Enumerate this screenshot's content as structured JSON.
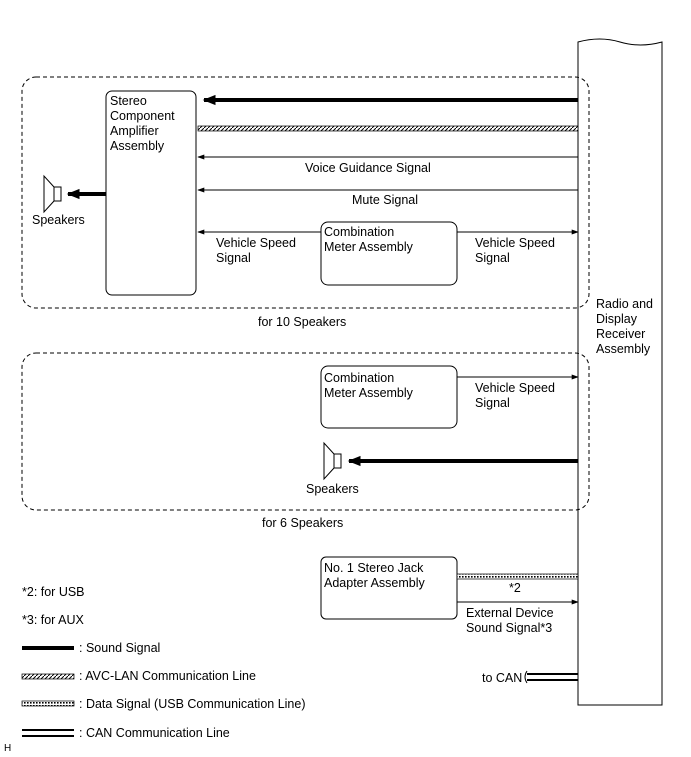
{
  "radio_receiver": {
    "label": "Radio and\nDisplay\nReceiver\nAssembly"
  },
  "ten_speakers": {
    "group_label": "for 10 Speakers",
    "amplifier_label": "Stereo\nComponent\nAmplifier\nAssembly",
    "meter_label": "Combination\nMeter Assembly",
    "speakers_label": "Speakers",
    "voice_guidance": "Voice Guidance Signal",
    "mute": "Mute Signal",
    "vsp_left": "Vehicle Speed\nSignal",
    "vsp_right": "Vehicle Speed\nSignal"
  },
  "six_speakers": {
    "group_label": "for 6 Speakers",
    "meter_label": "Combination\nMeter Assembly",
    "vsp": "Vehicle Speed\nSignal",
    "speakers_label": "Speakers"
  },
  "jack": {
    "label": "No. 1 Stereo Jack\nAdapter Assembly",
    "note_marker": "*2",
    "external_signal": "External Device\nSound Signal*3"
  },
  "to_can": "to CAN",
  "notes": {
    "usb": "*2: for USB",
    "aux": "*3: for AUX"
  },
  "legend": {
    "sound": ": Sound Signal",
    "avc": ": AVC-LAN Communication Line",
    "data": ": Data Signal (USB Communication Line)",
    "can": ": CAN Communication Line"
  },
  "corner_mark": "H"
}
